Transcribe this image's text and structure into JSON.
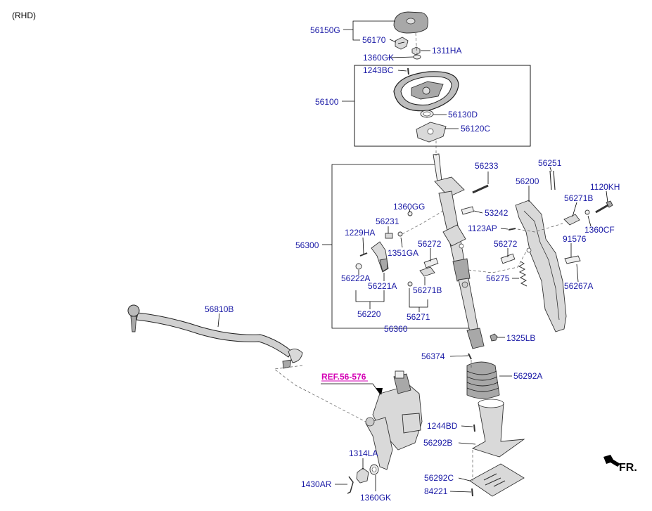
{
  "variant_note": "(RHD)",
  "ref_label": "REF.56-576",
  "direction_label": "FR.",
  "part_labels": {
    "p56150G": "56150G",
    "p56170": "56170",
    "p1311HA": "1311HA",
    "p1360GK_top": "1360GK",
    "p1243BC": "1243BC",
    "p56100": "56100",
    "p56130D": "56130D",
    "p56120C": "56120C",
    "p56233": "56233",
    "p56251": "56251",
    "p56200": "56200",
    "p1120KH": "1120KH",
    "p56271B_right": "56271B",
    "p53242": "53242",
    "p1360GG": "1360GG",
    "p56231": "56231",
    "p1123AP": "1123AP",
    "p1360CF": "1360CF",
    "p1229HA": "1229HA",
    "p91576": "91576",
    "p56300": "56300",
    "p1351GA": "1351GA",
    "p56272_left": "56272",
    "p56272_right": "56272",
    "p56222A": "56222A",
    "p56221A": "56221A",
    "p56271B_left": "56271B",
    "p56275": "56275",
    "p56267A": "56267A",
    "p56220": "56220",
    "p56271": "56271",
    "p56810B": "56810B",
    "p56360": "56360",
    "p1325LB": "1325LB",
    "p56374": "56374",
    "p56292A": "56292A",
    "p1244BD": "1244BD",
    "p56292B": "56292B",
    "p1314LA": "1314LA",
    "p1430AR": "1430AR",
    "p56292C": "56292C",
    "p84221": "84221",
    "p1360GK_bottom": "1360GK"
  }
}
